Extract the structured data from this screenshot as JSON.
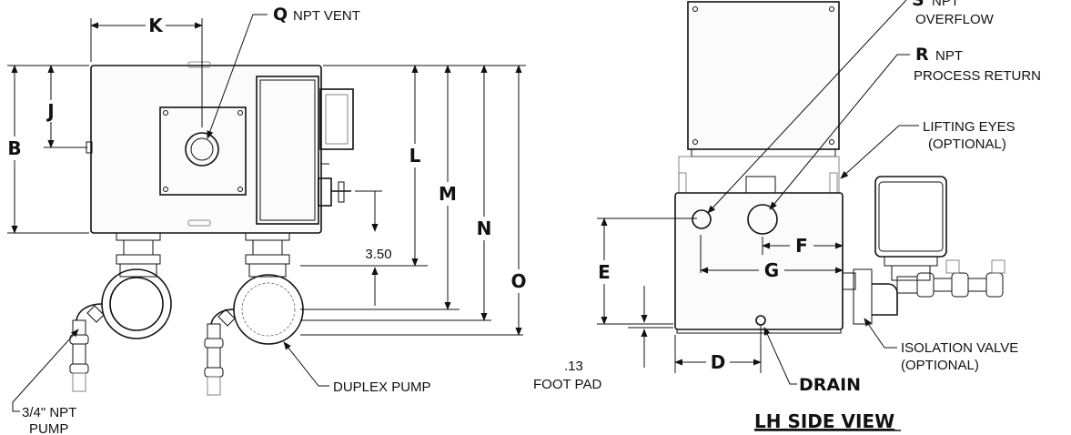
{
  "front_view": {
    "dims": {
      "K": "K",
      "J": "J",
      "B": "B",
      "L": "L",
      "M": "M",
      "N": "N",
      "O": "O"
    },
    "dim_value_350": "3.50",
    "labels": {
      "q_letter": "Q",
      "q_text": "NPT VENT",
      "pump_line1": "3/4\" NPT",
      "pump_line2": "PUMP",
      "duplex_pump": "DUPLEX PUMP"
    }
  },
  "side_view": {
    "dims": {
      "E": "E",
      "D": "D",
      "F": "F",
      "G": "G"
    },
    "labels": {
      "s_letter": "S",
      "s_text": "NPT",
      "overflow": "OVERFLOW",
      "r_letter": "R",
      "r_text": "NPT",
      "process_return": "PROCESS RETURN",
      "lifting_eyes": "LIFTING EYES",
      "lifting_optional": "(OPTIONAL)",
      "isolation_valve": "ISOLATION VALVE",
      "isolation_optional": "(OPTIONAL)",
      "foot_value": ".13",
      "foot_pad": "FOOT PAD",
      "drain": "DRAIN"
    },
    "title": "LH SIDE VIEW"
  }
}
